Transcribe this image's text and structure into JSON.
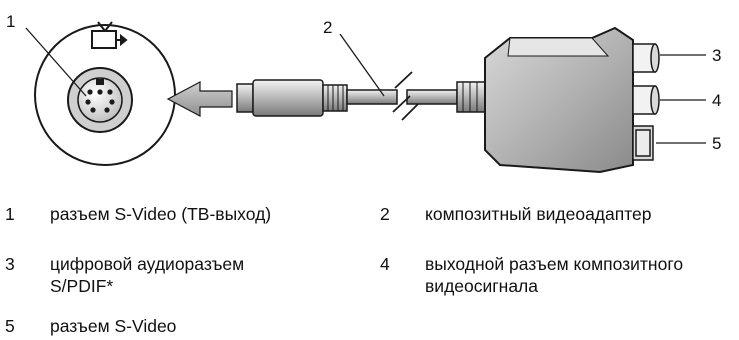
{
  "diagram": {
    "callouts": [
      "1",
      "2",
      "3",
      "4",
      "5"
    ],
    "icons": [
      "tv-out-icon",
      "arrow-left-icon",
      "s-video-port-icon"
    ]
  },
  "legend": {
    "items": [
      {
        "num": "1",
        "text": "разъем S-Video (ТВ-выход)"
      },
      {
        "num": "2",
        "text": "композитный видеоадаптер"
      },
      {
        "num": "3",
        "text": "цифровой аудиоразъем S/PDIF*"
      },
      {
        "num": "4",
        "text": "выходной разъем композитного видеосигнала"
      },
      {
        "num": "5",
        "text": "разъем S-Video"
      }
    ]
  }
}
